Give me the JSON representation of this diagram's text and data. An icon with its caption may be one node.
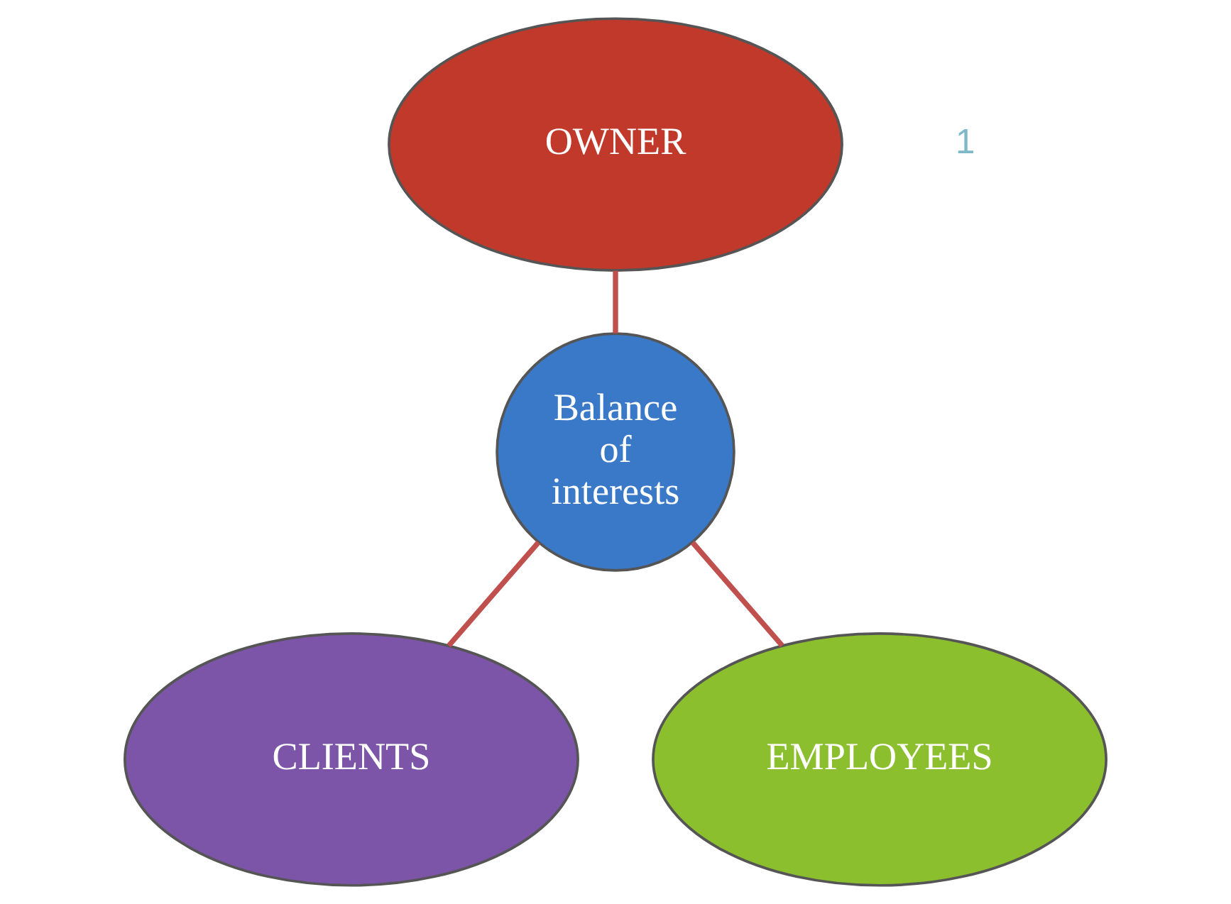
{
  "diagram": {
    "nodes": [
      {
        "text": [
          "OWNER"
        ]
      },
      {
        "text": [
          "Balance of interests"
        ]
      },
      {
        "text": [
          "CLIENTS"
        ]
      },
      {
        "text": [
          "EMPLOYEES"
        ]
      }
    ],
    "edges": [
      {
        "from": 0,
        "to": 1,
        "arrow": "none"
      },
      {
        "from": 1,
        "to": 2,
        "arrow": "none"
      },
      {
        "from": 1,
        "to": 3,
        "arrow": "none"
      }
    ],
    "labels": [
      "1"
    ]
  }
}
